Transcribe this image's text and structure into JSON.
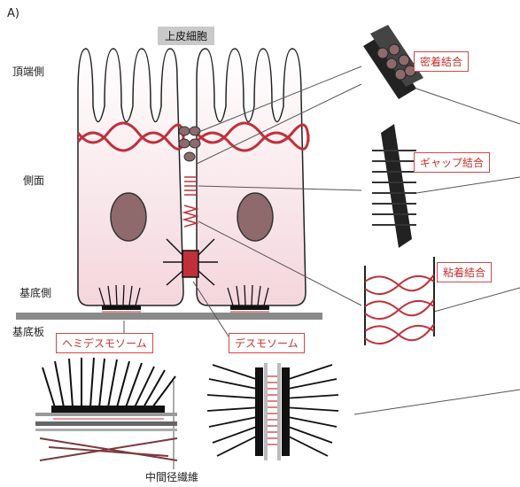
{
  "panel_label": "A)",
  "title": "上皮細胞",
  "region_labels": {
    "apical": "頂端側",
    "lateral": "側面",
    "basal": "基底側",
    "basement_membrane": "基底板"
  },
  "junction_labels": {
    "tight": "密着結合",
    "gap": "ギャップ結合",
    "adherens": "粘着結合",
    "hemidesmosome": "ヘミデスモソーム",
    "desmosome": "デスモソーム"
  },
  "bottom_label": "中間径繊維",
  "colors": {
    "cell_fill": "#f6dfe3",
    "membrane_red": "#c0303a",
    "nucleus": "#8e6a6c",
    "filament": "#111111",
    "box_red": "#d24747",
    "basal_bar": "#8a8a8a"
  }
}
